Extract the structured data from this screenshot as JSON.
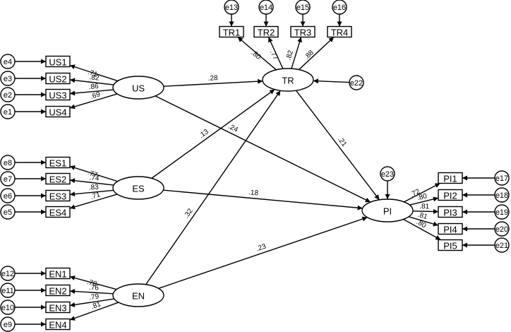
{
  "diagram": {
    "latent_nodes": [
      {
        "id": "US",
        "label": "US"
      },
      {
        "id": "ES",
        "label": "ES"
      },
      {
        "id": "EN",
        "label": "EN"
      },
      {
        "id": "TR",
        "label": "TR"
      },
      {
        "id": "PI",
        "label": "PI"
      }
    ],
    "indicator_nodes": [
      {
        "id": "US1",
        "label": "US1"
      },
      {
        "id": "US2",
        "label": "US2"
      },
      {
        "id": "US3",
        "label": "US3"
      },
      {
        "id": "US4",
        "label": "US4"
      },
      {
        "id": "ES1",
        "label": "ES1"
      },
      {
        "id": "ES2",
        "label": "ES2"
      },
      {
        "id": "ES3",
        "label": "ES3"
      },
      {
        "id": "ES4",
        "label": "ES4"
      },
      {
        "id": "EN1",
        "label": "EN1"
      },
      {
        "id": "EN2",
        "label": "EN2"
      },
      {
        "id": "EN3",
        "label": "EN3"
      },
      {
        "id": "EN4",
        "label": "EN4"
      },
      {
        "id": "TR1",
        "label": "TR1"
      },
      {
        "id": "TR2",
        "label": "TR2"
      },
      {
        "id": "TR3",
        "label": "TR3"
      },
      {
        "id": "TR4",
        "label": "TR4"
      },
      {
        "id": "PI1",
        "label": "PI1"
      },
      {
        "id": "PI2",
        "label": "PI2"
      },
      {
        "id": "PI3",
        "label": "PI3"
      },
      {
        "id": "PI4",
        "label": "PI4"
      },
      {
        "id": "PI5",
        "label": "PI5"
      }
    ],
    "error_nodes": [
      {
        "id": "e1",
        "label": "e1",
        "target": "US4"
      },
      {
        "id": "e2",
        "label": "e2",
        "target": "US3"
      },
      {
        "id": "e3",
        "label": "e3",
        "target": "US2"
      },
      {
        "id": "e4",
        "label": "e4",
        "target": "US1"
      },
      {
        "id": "e5",
        "label": "e5",
        "target": "ES4"
      },
      {
        "id": "e6",
        "label": "e6",
        "target": "ES3"
      },
      {
        "id": "e7",
        "label": "e7",
        "target": "ES2"
      },
      {
        "id": "e8",
        "label": "e8",
        "target": "ES1"
      },
      {
        "id": "e9",
        "label": "e9",
        "target": "EN4"
      },
      {
        "id": "e10",
        "label": "e10",
        "target": "EN3"
      },
      {
        "id": "e11",
        "label": "e11",
        "target": "EN2"
      },
      {
        "id": "e12",
        "label": "e12",
        "target": "EN1"
      },
      {
        "id": "e13",
        "label": "e13",
        "target": "TR1"
      },
      {
        "id": "e14",
        "label": "e14",
        "target": "TR2"
      },
      {
        "id": "e15",
        "label": "e15",
        "target": "TR3"
      },
      {
        "id": "e16",
        "label": "e16",
        "target": "TR4"
      },
      {
        "id": "e17",
        "label": "e17",
        "target": "PI1"
      },
      {
        "id": "e18",
        "label": "e18",
        "target": "PI2"
      },
      {
        "id": "e19",
        "label": "e19",
        "target": "PI3"
      },
      {
        "id": "e20",
        "label": "e20",
        "target": "PI4"
      },
      {
        "id": "e21",
        "label": "e21",
        "target": "PI5"
      },
      {
        "id": "e22",
        "label": "e22",
        "target": "TR"
      },
      {
        "id": "e23",
        "label": "e23",
        "target": "PI"
      }
    ],
    "loadings": [
      {
        "from": "US",
        "to": "US1",
        "value": ".71"
      },
      {
        "from": "US",
        "to": "US2",
        "value": ".82"
      },
      {
        "from": "US",
        "to": "US3",
        "value": ".86"
      },
      {
        "from": "US",
        "to": "US4",
        "value": ".69"
      },
      {
        "from": "ES",
        "to": "ES1",
        "value": ".77"
      },
      {
        "from": "ES",
        "to": "ES2",
        "value": ".74"
      },
      {
        "from": "ES",
        "to": "ES3",
        "value": ".83"
      },
      {
        "from": "ES",
        "to": "ES4",
        "value": ".71"
      },
      {
        "from": "EN",
        "to": "EN1",
        "value": ".78"
      },
      {
        "from": "EN",
        "to": "EN2",
        "value": ".76"
      },
      {
        "from": "EN",
        "to": "EN3",
        "value": ".79"
      },
      {
        "from": "EN",
        "to": "EN4",
        "value": ".81"
      },
      {
        "from": "TR",
        "to": "TR1",
        "value": ".80"
      },
      {
        "from": "TR",
        "to": "TR2",
        "value": ".77"
      },
      {
        "from": "TR",
        "to": "TR3",
        "value": ".82"
      },
      {
        "from": "TR",
        "to": "TR4",
        "value": ".88"
      },
      {
        "from": "PI",
        "to": "PI1",
        "value": ".72"
      },
      {
        "from": "PI",
        "to": "PI2",
        "value": ".80"
      },
      {
        "from": "PI",
        "to": "PI3",
        "value": ".81"
      },
      {
        "from": "PI",
        "to": "PI4",
        "value": ".81"
      },
      {
        "from": "PI",
        "to": "PI5",
        "value": ".80"
      }
    ],
    "paths": [
      {
        "from": "US",
        "to": "TR",
        "value": ".28"
      },
      {
        "from": "ES",
        "to": "TR",
        "value": ".13"
      },
      {
        "from": "EN",
        "to": "TR",
        "value": ".32"
      },
      {
        "from": "US",
        "to": "PI",
        "value": ".24"
      },
      {
        "from": "ES",
        "to": "PI",
        "value": ".18"
      },
      {
        "from": "EN",
        "to": "PI",
        "value": ".23"
      },
      {
        "from": "TR",
        "to": "PI",
        "value": ".21"
      }
    ]
  }
}
